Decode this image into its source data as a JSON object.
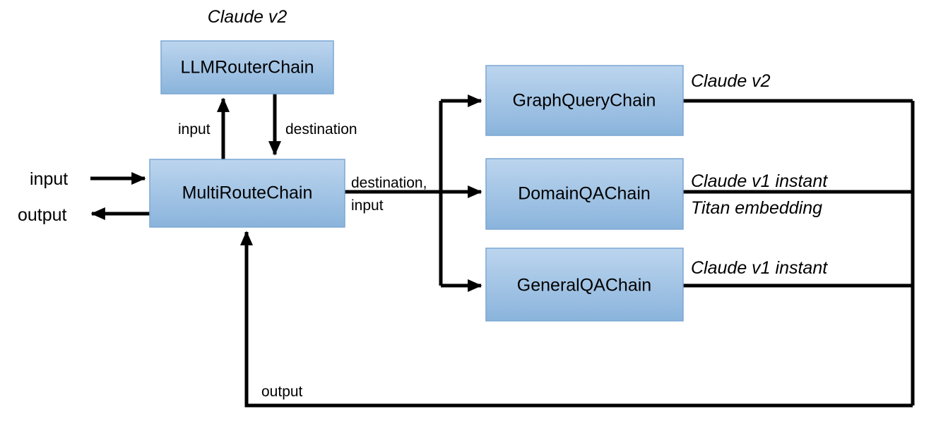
{
  "diagram": {
    "title_top": "Claude v2",
    "nodes": [
      {
        "id": "llm_router",
        "label": "LLMRouterChain"
      },
      {
        "id": "multi_route",
        "label": "MultiRouteChain"
      },
      {
        "id": "graph_query",
        "label": "GraphQueryChain"
      },
      {
        "id": "domain_qa",
        "label": "DomainQAChain"
      },
      {
        "id": "general_qa",
        "label": "GeneralQAChain"
      }
    ],
    "edge_labels": {
      "input_up": "input",
      "destination_down": "destination",
      "destination_input_line1": "destination,",
      "destination_input_line2": "input",
      "output_return": "output"
    },
    "io_labels": {
      "input": "input",
      "output": "output"
    },
    "model_labels": {
      "router_model": "Claude v2",
      "graph_query_model": "Claude v2",
      "domain_qa_model": "Claude v1 instant",
      "domain_qa_embedding": "Titan embedding",
      "general_qa_model": "Claude v1 instant"
    },
    "colors": {
      "box_fill_top": "#b8d2ec",
      "box_fill_bottom": "#8bb5dd",
      "box_stroke": "#7ba7d4",
      "wire": "#000000",
      "text": "#000000",
      "background": "#ffffff"
    }
  }
}
